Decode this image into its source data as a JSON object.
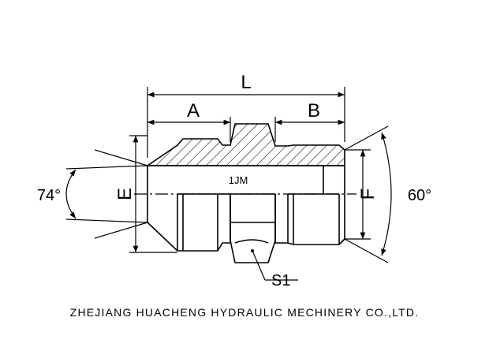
{
  "drawing": {
    "dims": {
      "L": "L",
      "A": "A",
      "B": "B",
      "E": "E",
      "F": "F",
      "S1": "S1",
      "angle_left": "74°",
      "angle_right": "60°"
    },
    "part_code": "1JM",
    "company": "ZHEJIANG HUACHENG HYDRAULIC MECHINERY CO.,LTD.",
    "colors": {
      "line": "#000000",
      "background": "#ffffff"
    }
  }
}
